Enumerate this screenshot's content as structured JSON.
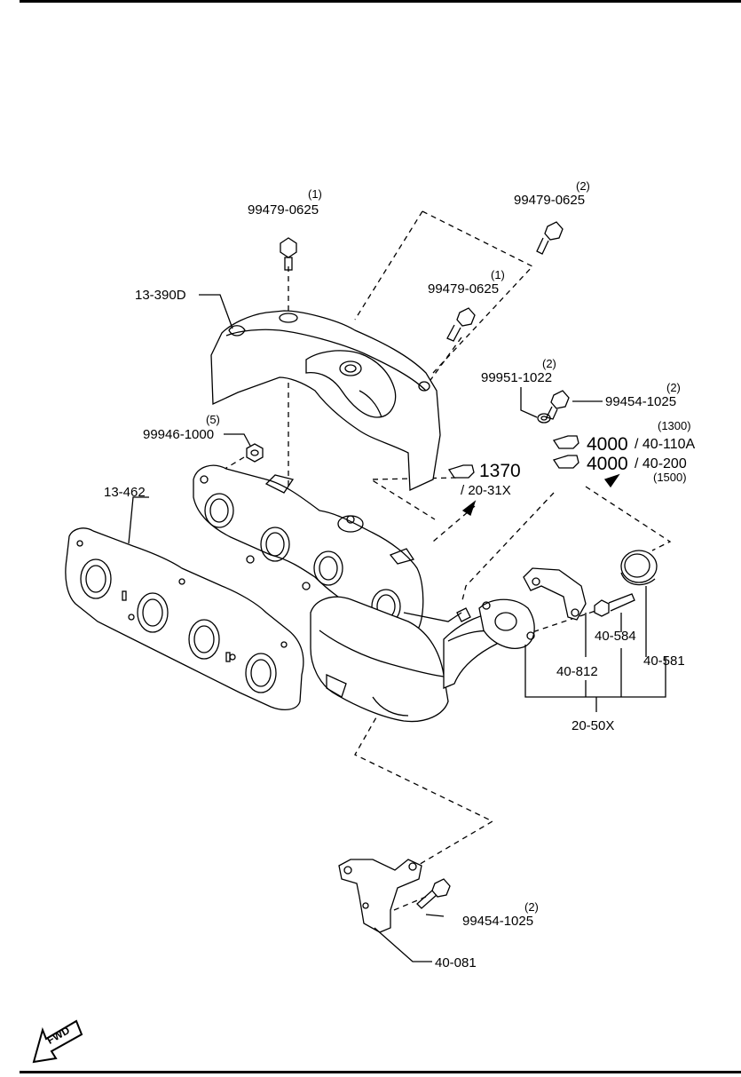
{
  "parts": {
    "heat_shield": "13-390D",
    "bolt_top_left": "99479-0625",
    "bolt_top_left_qty": "(1)",
    "bolt_top_right": "99479-0625",
    "bolt_top_right_qty": "(2)",
    "bolt_mid": "99479-0625",
    "bolt_mid_qty": "(1)",
    "washer": "99951-1022",
    "washer_qty": "(2)",
    "bolt_right": "99454-1025",
    "bolt_right_qty": "(2)",
    "nut": "99946-1000",
    "nut_qty": "(5)",
    "gasket": "13-462",
    "ref1_big": "1370",
    "ref1_small": "/ 20-31X",
    "ref2_qty": "(1300)",
    "ref2_big": "4000",
    "ref2_small": "/ 40-110A",
    "ref3_big": "4000",
    "ref3_small": "/ 40-200",
    "ref3_qty": "(1500)",
    "stud_bolt": "40-584",
    "bracket_small": "40-812",
    "ring_gasket": "40-581",
    "assembly": "20-50X",
    "bolt_bottom": "99454-1025",
    "bolt_bottom_qty": "(2)",
    "bracket_bottom": "40-081",
    "fwd": "FWD"
  }
}
